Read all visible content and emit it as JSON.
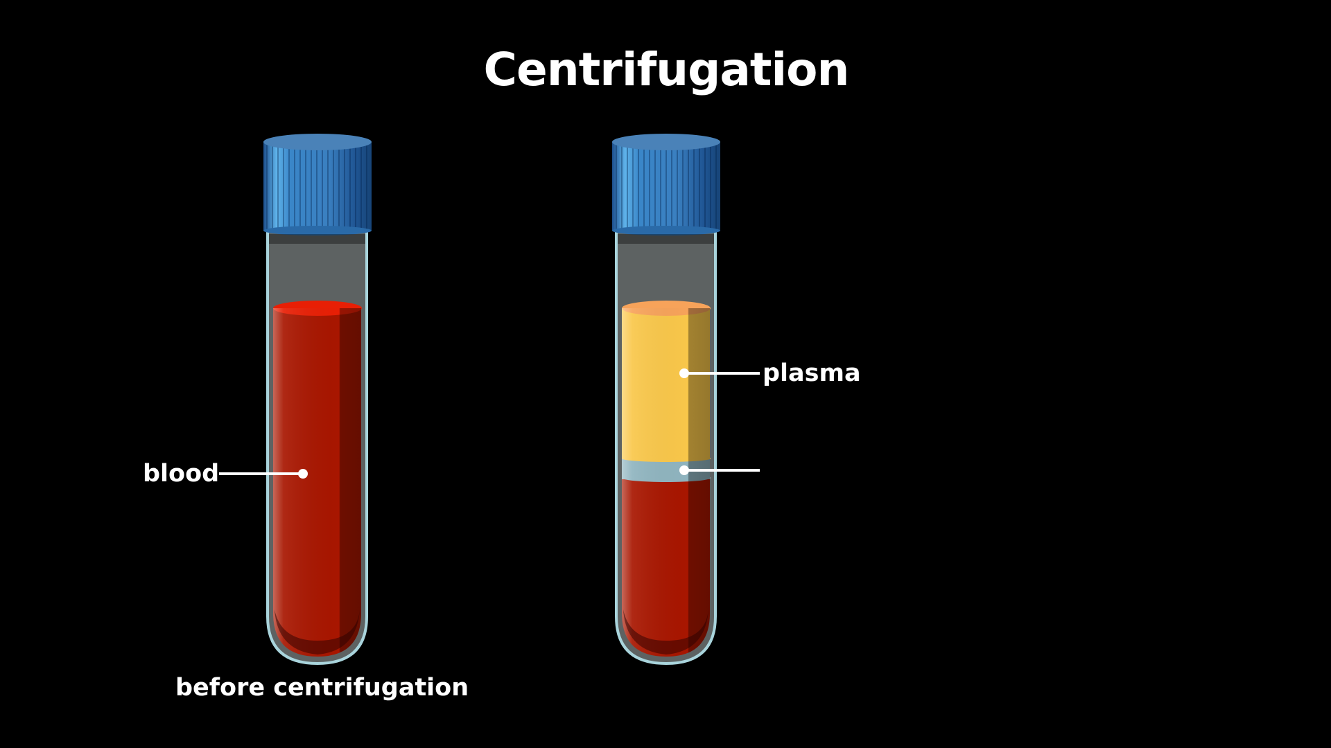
{
  "title": "Centrifugation",
  "labels": {
    "blood": "blood",
    "plasma": "plasma",
    "before": "before centrifugation"
  },
  "colors": {
    "background": "#000000",
    "cap": "#2f6fb0",
    "blood": "#a81600",
    "plasma": "#f9c74a",
    "buffy_coat": "#8fb4bf",
    "glass": "#a9d4dc"
  }
}
